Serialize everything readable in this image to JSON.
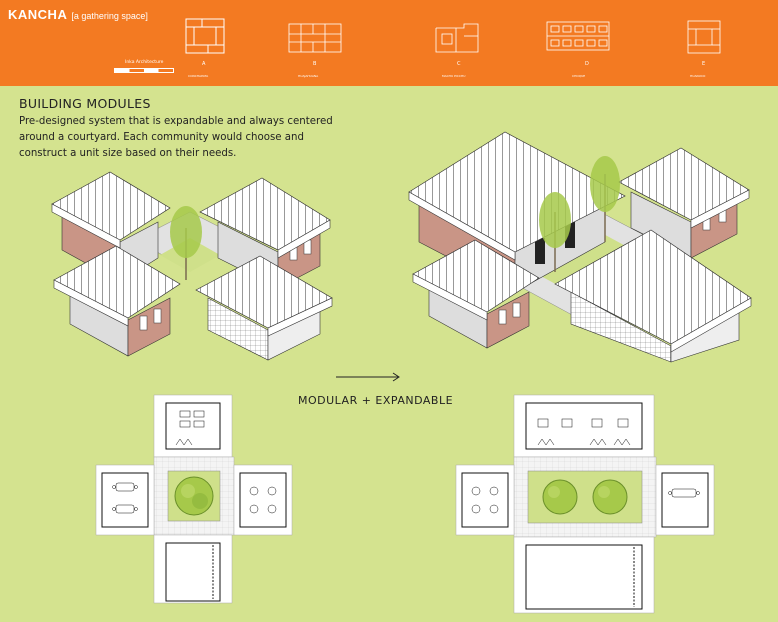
{
  "banner": {
    "title": "KANCHA",
    "subtitle": "[a gathering space]",
    "inka_label": "Inka Architecture",
    "plans": [
      {
        "letter": "A",
        "caption": "CONCHAPATA"
      },
      {
        "letter": "B",
        "caption": "HUAJAHUANA"
      },
      {
        "letter": "C",
        "caption": "MACHU PICCHU"
      },
      {
        "letter": "D",
        "caption": "CHOQUE"
      },
      {
        "letter": "E",
        "caption": "HUANUCO"
      }
    ],
    "color": "#f37a22"
  },
  "section": {
    "heading": "BUILDING MODULES",
    "description": "Pre-designed system that is expandable and always centered around a courtyard. Each community would choose and construct a unit size based on their needs."
  },
  "modular_label": "MODULAR + EXPANDABLE",
  "colors": {
    "background": "#d4e38f",
    "brick": "#c99586",
    "roof": "#ffffff",
    "tree": "#a6c94a"
  }
}
